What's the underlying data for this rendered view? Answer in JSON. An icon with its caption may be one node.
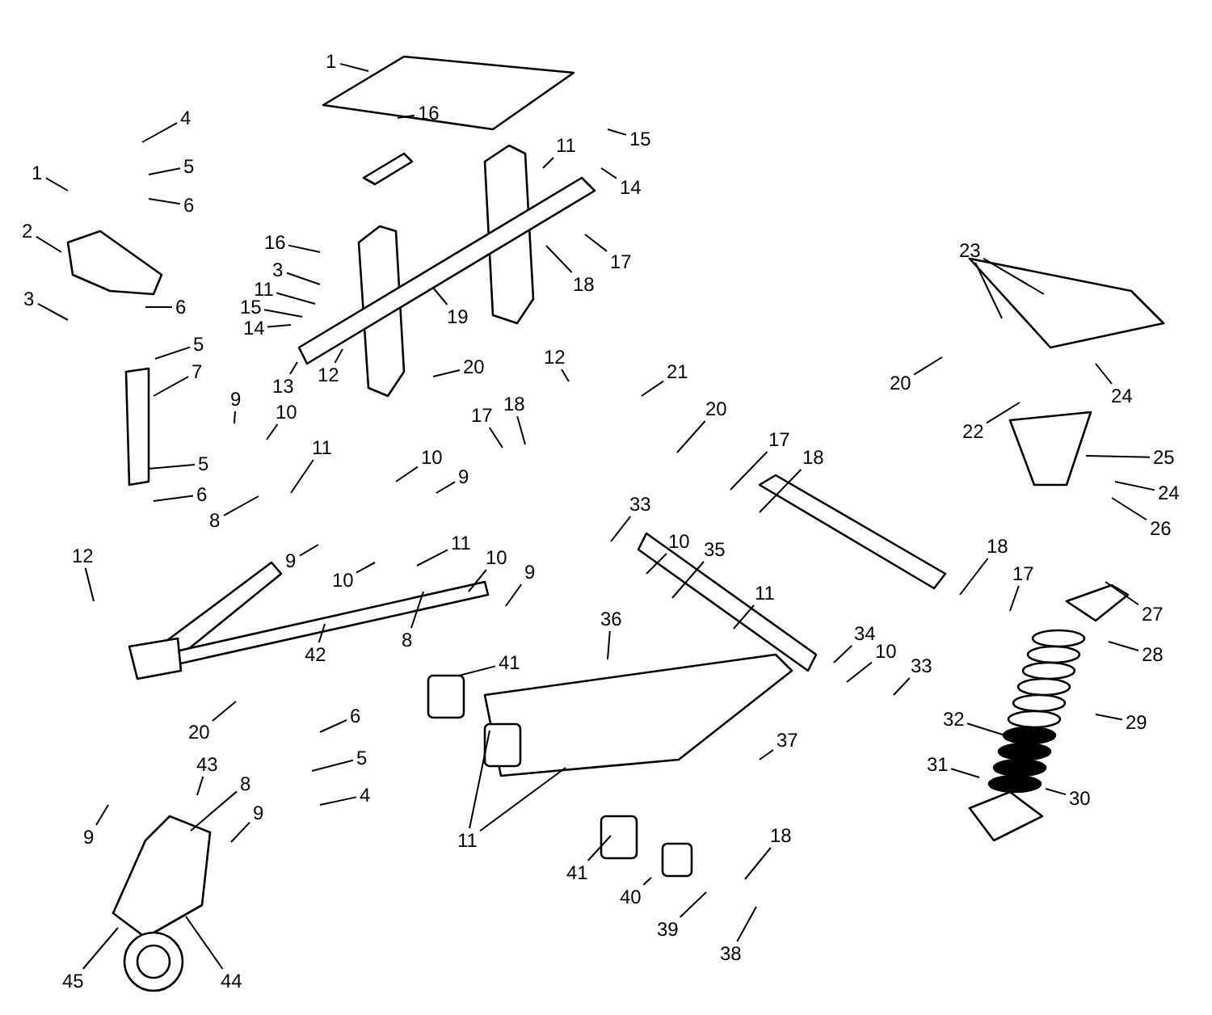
{
  "diagram": {
    "nodes": [
      {
        "text": [
          "1"
        ]
      },
      {
        "text": [
          "4"
        ]
      },
      {
        "text": [
          "16"
        ]
      },
      {
        "text": [
          "15"
        ]
      },
      {
        "text": [
          "11"
        ]
      },
      {
        "text": [
          "5"
        ]
      },
      {
        "text": [
          "1"
        ]
      },
      {
        "text": [
          "14"
        ]
      },
      {
        "text": [
          "6"
        ]
      },
      {
        "text": [
          "2"
        ]
      },
      {
        "text": [
          "16"
        ]
      },
      {
        "text": [
          "17"
        ]
      },
      {
        "text": [
          "3"
        ]
      },
      {
        "text": [
          "18"
        ]
      },
      {
        "text": [
          "11"
        ]
      },
      {
        "text": [
          "3"
        ]
      },
      {
        "text": [
          "6"
        ]
      },
      {
        "text": [
          "15"
        ]
      },
      {
        "text": [
          "19"
        ]
      },
      {
        "text": [
          "14"
        ]
      },
      {
        "text": [
          "5"
        ]
      },
      {
        "text": [
          "12"
        ]
      },
      {
        "text": [
          "13"
        ]
      },
      {
        "text": [
          "20"
        ]
      },
      {
        "text": [
          "7"
        ]
      },
      {
        "text": [
          "12"
        ]
      },
      {
        "text": [
          "21"
        ]
      },
      {
        "text": [
          "23"
        ]
      },
      {
        "text": [
          "20"
        ]
      },
      {
        "text": [
          "24"
        ]
      },
      {
        "text": [
          "9"
        ]
      },
      {
        "text": [
          "10"
        ]
      },
      {
        "text": [
          "20"
        ]
      },
      {
        "text": [
          "17"
        ]
      },
      {
        "text": [
          "18"
        ]
      },
      {
        "text": [
          "22"
        ]
      },
      {
        "text": [
          "17"
        ]
      },
      {
        "text": [
          "18"
        ]
      },
      {
        "text": [
          "11"
        ]
      },
      {
        "text": [
          "10"
        ]
      },
      {
        "text": [
          "25"
        ]
      },
      {
        "text": [
          "9"
        ]
      },
      {
        "text": [
          "5"
        ]
      },
      {
        "text": [
          "24"
        ]
      },
      {
        "text": [
          "33"
        ]
      },
      {
        "text": [
          "6"
        ]
      },
      {
        "text": [
          "26"
        ]
      },
      {
        "text": [
          "8"
        ]
      },
      {
        "text": [
          "10"
        ]
      },
      {
        "text": [
          "35"
        ]
      },
      {
        "text": [
          "18"
        ]
      },
      {
        "text": [
          "12"
        ]
      },
      {
        "text": [
          "11"
        ]
      },
      {
        "text": [
          "9"
        ]
      },
      {
        "text": [
          "10"
        ]
      },
      {
        "text": [
          "17"
        ]
      },
      {
        "text": [
          "9"
        ]
      },
      {
        "text": [
          "10"
        ]
      },
      {
        "text": [
          "11"
        ]
      },
      {
        "text": [
          "27"
        ]
      },
      {
        "text": [
          "36"
        ]
      },
      {
        "text": [
          "34"
        ]
      },
      {
        "text": [
          "8"
        ]
      },
      {
        "text": [
          "10"
        ]
      },
      {
        "text": [
          "28"
        ]
      },
      {
        "text": [
          "42"
        ]
      },
      {
        "text": [
          "41"
        ]
      },
      {
        "text": [
          "33"
        ]
      },
      {
        "text": [
          "32"
        ]
      },
      {
        "text": [
          "6"
        ]
      },
      {
        "text": [
          "29"
        ]
      },
      {
        "text": [
          "20"
        ]
      },
      {
        "text": [
          "37"
        ]
      },
      {
        "text": [
          "5"
        ]
      },
      {
        "text": [
          "31"
        ]
      },
      {
        "text": [
          "43"
        ]
      },
      {
        "text": [
          "8"
        ]
      },
      {
        "text": [
          "30"
        ]
      },
      {
        "text": [
          "4"
        ]
      },
      {
        "text": [
          "9"
        ]
      },
      {
        "text": [
          "9"
        ]
      },
      {
        "text": [
          "18"
        ]
      },
      {
        "text": [
          "11"
        ]
      },
      {
        "text": [
          "41"
        ]
      },
      {
        "text": [
          "40"
        ]
      },
      {
        "text": [
          "39"
        ]
      },
      {
        "text": [
          "38"
        ]
      },
      {
        "text": [
          "45"
        ]
      },
      {
        "text": [
          "44"
        ]
      }
    ],
    "edges": [
      {
        "from": 0,
        "to": null,
        "arrow": "none"
      },
      {
        "from": 1,
        "to": null,
        "arrow": "none"
      },
      {
        "from": 2,
        "to": null,
        "arrow": "none"
      },
      {
        "from": 3,
        "to": null,
        "arrow": "none"
      },
      {
        "from": 4,
        "to": null,
        "arrow": "none"
      },
      {
        "from": 5,
        "to": null,
        "arrow": "none"
      },
      {
        "from": 6,
        "to": null,
        "arrow": "none"
      },
      {
        "from": 7,
        "to": null,
        "arrow": "none"
      },
      {
        "from": 8,
        "to": null,
        "arrow": "none"
      },
      {
        "from": 9,
        "to": null,
        "arrow": "none"
      },
      {
        "from": 10,
        "to": null,
        "arrow": "none"
      },
      {
        "from": 11,
        "to": null,
        "arrow": "none"
      },
      {
        "from": 12,
        "to": null,
        "arrow": "none"
      },
      {
        "from": 13,
        "to": null,
        "arrow": "none"
      },
      {
        "from": 14,
        "to": null,
        "arrow": "none"
      },
      {
        "from": 15,
        "to": null,
        "arrow": "none"
      },
      {
        "from": 16,
        "to": null,
        "arrow": "none"
      },
      {
        "from": 17,
        "to": null,
        "arrow": "none"
      },
      {
        "from": 18,
        "to": null,
        "arrow": "none"
      },
      {
        "from": 19,
        "to": null,
        "arrow": "none"
      },
      {
        "from": 20,
        "to": null,
        "arrow": "none"
      },
      {
        "from": 21,
        "to": null,
        "arrow": "none"
      },
      {
        "from": 22,
        "to": null,
        "arrow": "none"
      },
      {
        "from": 23,
        "to": null,
        "arrow": "none"
      },
      {
        "from": 24,
        "to": null,
        "arrow": "none"
      },
      {
        "from": 25,
        "to": null,
        "arrow": "none"
      },
      {
        "from": 26,
        "to": null,
        "arrow": "none"
      },
      {
        "from": 27,
        "to": null,
        "arrow": "none"
      },
      {
        "from": 27,
        "to": null,
        "arrow": "none"
      },
      {
        "from": 28,
        "to": null,
        "arrow": "none"
      },
      {
        "from": 29,
        "to": null,
        "arrow": "none"
      },
      {
        "from": 30,
        "to": null,
        "arrow": "none"
      },
      {
        "from": 31,
        "to": null,
        "arrow": "none"
      },
      {
        "from": 32,
        "to": null,
        "arrow": "none"
      },
      {
        "from": 33,
        "to": null,
        "arrow": "none"
      },
      {
        "from": 34,
        "to": null,
        "arrow": "none"
      },
      {
        "from": 35,
        "to": null,
        "arrow": "none"
      },
      {
        "from": 36,
        "to": null,
        "arrow": "none"
      },
      {
        "from": 37,
        "to": null,
        "arrow": "none"
      },
      {
        "from": 38,
        "to": null,
        "arrow": "none"
      },
      {
        "from": 39,
        "to": null,
        "arrow": "none"
      },
      {
        "from": 40,
        "to": null,
        "arrow": "none"
      },
      {
        "from": 41,
        "to": null,
        "arrow": "none"
      },
      {
        "from": 42,
        "to": null,
        "arrow": "none"
      },
      {
        "from": 43,
        "to": null,
        "arrow": "none"
      },
      {
        "from": 44,
        "to": null,
        "arrow": "none"
      },
      {
        "from": 45,
        "to": null,
        "arrow": "none"
      },
      {
        "from": 46,
        "to": null,
        "arrow": "none"
      },
      {
        "from": 47,
        "to": null,
        "arrow": "none"
      },
      {
        "from": 48,
        "to": null,
        "arrow": "none"
      },
      {
        "from": 49,
        "to": null,
        "arrow": "none"
      },
      {
        "from": 50,
        "to": null,
        "arrow": "none"
      },
      {
        "from": 51,
        "to": null,
        "arrow": "none"
      },
      {
        "from": 52,
        "to": null,
        "arrow": "none"
      },
      {
        "from": 53,
        "to": null,
        "arrow": "none"
      },
      {
        "from": 54,
        "to": null,
        "arrow": "none"
      },
      {
        "from": 55,
        "to": null,
        "arrow": "none"
      },
      {
        "from": 56,
        "to": null,
        "arrow": "none"
      },
      {
        "from": 57,
        "to": null,
        "arrow": "none"
      },
      {
        "from": 58,
        "to": null,
        "arrow": "none"
      },
      {
        "from": 59,
        "to": null,
        "arrow": "none"
      },
      {
        "from": 60,
        "to": null,
        "arrow": "none"
      },
      {
        "from": 61,
        "to": null,
        "arrow": "none"
      },
      {
        "from": 62,
        "to": null,
        "arrow": "none"
      },
      {
        "from": 63,
        "to": null,
        "arrow": "none"
      },
      {
        "from": 64,
        "to": null,
        "arrow": "none"
      },
      {
        "from": 65,
        "to": null,
        "arrow": "none"
      },
      {
        "from": 66,
        "to": null,
        "arrow": "none"
      },
      {
        "from": 67,
        "to": null,
        "arrow": "none"
      },
      {
        "from": 68,
        "to": null,
        "arrow": "none"
      },
      {
        "from": 69,
        "to": null,
        "arrow": "none"
      },
      {
        "from": 70,
        "to": null,
        "arrow": "none"
      },
      {
        "from": 71,
        "to": null,
        "arrow": "none"
      },
      {
        "from": 72,
        "to": null,
        "arrow": "none"
      },
      {
        "from": 73,
        "to": null,
        "arrow": "none"
      },
      {
        "from": 74,
        "to": null,
        "arrow": "none"
      },
      {
        "from": 75,
        "to": null,
        "arrow": "none"
      },
      {
        "from": 76,
        "to": null,
        "arrow": "none"
      },
      {
        "from": 77,
        "to": null,
        "arrow": "none"
      },
      {
        "from": 78,
        "to": null,
        "arrow": "none"
      },
      {
        "from": 79,
        "to": null,
        "arrow": "none"
      },
      {
        "from": 80,
        "to": null,
        "arrow": "none"
      },
      {
        "from": 81,
        "to": null,
        "arrow": "none"
      },
      {
        "from": 82,
        "to": null,
        "arrow": "none"
      },
      {
        "from": 82,
        "to": null,
        "arrow": "none"
      },
      {
        "from": 83,
        "to": null,
        "arrow": "none"
      },
      {
        "from": 84,
        "to": null,
        "arrow": "none"
      },
      {
        "from": 85,
        "to": null,
        "arrow": "none"
      },
      {
        "from": 86,
        "to": null,
        "arrow": "none"
      },
      {
        "from": 87,
        "to": null,
        "arrow": "none"
      },
      {
        "from": 88,
        "to": null,
        "arrow": "none"
      }
    ]
  }
}
